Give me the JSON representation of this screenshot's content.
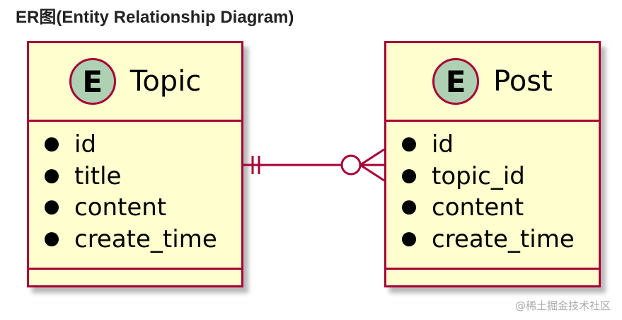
{
  "heading": "ER图(Entity Relationship Diagram)",
  "entities": [
    {
      "badge": "E",
      "name": "Topic",
      "attributes": [
        "id",
        "title",
        "content",
        "create_time"
      ]
    },
    {
      "badge": "E",
      "name": "Post",
      "attributes": [
        "id",
        "topic_id",
        "content",
        "create_time"
      ]
    }
  ],
  "relationship": {
    "from": "Topic",
    "to": "Post",
    "from_cardinality": "exactly one",
    "to_cardinality": "zero or many"
  },
  "colors": {
    "entity_fill": "#fefece",
    "entity_border": "#a80036",
    "badge_fill": "#add1b2"
  },
  "watermark": "@稀土掘金技术社区"
}
